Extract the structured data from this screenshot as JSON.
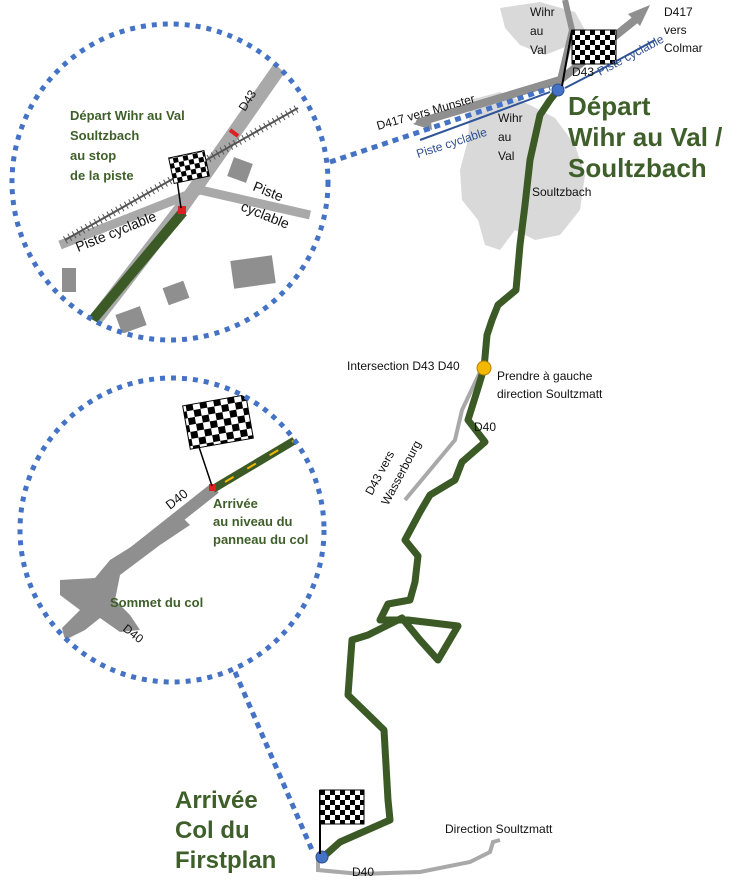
{
  "colors": {
    "route": "#3b5a26",
    "road": "#8f8f8f",
    "road_light": "#a9a9a9",
    "village": "#d9d9d9",
    "bike_path": "#2f5597",
    "dotted_circle": "#4472c4",
    "marker_blue": "#4472c4",
    "marker_yellow": "#f5b800",
    "marker_red": "#e02020",
    "title_green": "#3f5f2a"
  },
  "start": {
    "title_line1": "Départ",
    "title_line2": "Wihr au Val /",
    "title_line3": "Soultzbach",
    "flag_icon": "checkered-flag-icon"
  },
  "finish": {
    "title_line1": "Arrivée",
    "title_line2": "Col du",
    "title_line3": "Firstplan",
    "flag_icon": "checkered-flag-icon"
  },
  "map_labels": {
    "wihr_au_val_north_1": "Wihr",
    "wihr_au_val_north_2": "au",
    "wihr_au_val_north_3": "Val",
    "wihr_au_val_south_1": "Wihr",
    "wihr_au_val_south_2": "au",
    "wihr_au_val_south_3": "Val",
    "d417_colmar_1": "D417",
    "d417_colmar_2": "vers",
    "d417_colmar_3": "Colmar",
    "d417_munster": "D417 vers Munster",
    "d43_top": "D43",
    "piste_cyclable_right": "Piste cyclable",
    "piste_cyclable_left": "Piste cyclable",
    "soultzbach": "Soultzbach",
    "intersection": "Intersection D43 D40",
    "turn_left_1": "Prendre à gauche",
    "turn_left_2": "direction Soultzmatt",
    "d40_mid": "D40",
    "d43_wasserbourg_1": "D43 vers",
    "d43_wasserbourg_2": "Wasserbourg",
    "direction_soultzmatt": "Direction Soultzmatt",
    "d40_bottom": "D40"
  },
  "inset_start": {
    "caption_1": "Départ Wihr au Val",
    "caption_2": "Soultzbach",
    "caption_3": "au stop",
    "caption_4": "de la piste",
    "road_label": "D43",
    "piste_1_a": "Piste",
    "piste_1_b": "cyclable",
    "piste_2": "Piste cyclable"
  },
  "inset_finish": {
    "d40_label": "D40",
    "arrival_1": "Arrivée",
    "arrival_2": "au niveau du",
    "arrival_3": "panneau du col",
    "summit": "Sommet du col",
    "d40_label_bottom": "D40"
  }
}
